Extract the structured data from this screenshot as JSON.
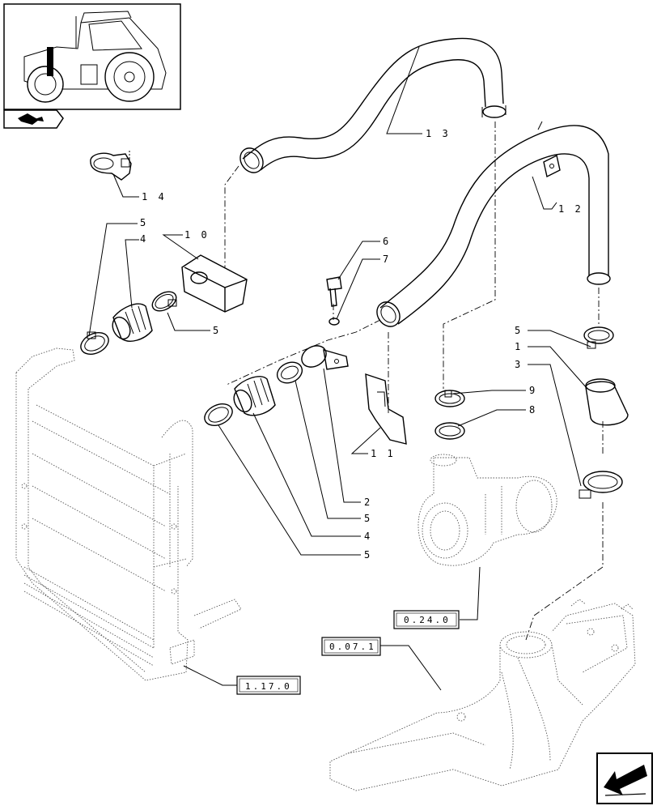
{
  "callouts": [
    {
      "id": "c13",
      "text": "1 3"
    },
    {
      "id": "c12",
      "text": "1 2"
    },
    {
      "id": "c14",
      "text": "1 4"
    },
    {
      "id": "c10",
      "text": "1 0"
    },
    {
      "id": "c5a",
      "text": "5"
    },
    {
      "id": "c4a",
      "text": "4"
    },
    {
      "id": "c5b",
      "text": "5"
    },
    {
      "id": "c6",
      "text": "6"
    },
    {
      "id": "c7",
      "text": "7"
    },
    {
      "id": "c5c",
      "text": "5"
    },
    {
      "id": "c1",
      "text": "1"
    },
    {
      "id": "c3",
      "text": "3"
    },
    {
      "id": "c9",
      "text": "9"
    },
    {
      "id": "c8",
      "text": "8"
    },
    {
      "id": "c11",
      "text": "1 1"
    },
    {
      "id": "c2",
      "text": "2"
    },
    {
      "id": "c5d",
      "text": "5"
    },
    {
      "id": "c4b",
      "text": "4"
    },
    {
      "id": "c5e",
      "text": "5"
    }
  ],
  "references": [
    {
      "id": "ref0240",
      "text": "0.24.0"
    },
    {
      "id": "ref0071",
      "text": "0.07.1"
    },
    {
      "id": "ref1170",
      "text": "1.17.0"
    }
  ],
  "icons": {
    "thumbnail": "tractor-thumbnail-icon",
    "section": "section-arrow-icon",
    "nav": "next-page-arrow-icon"
  }
}
